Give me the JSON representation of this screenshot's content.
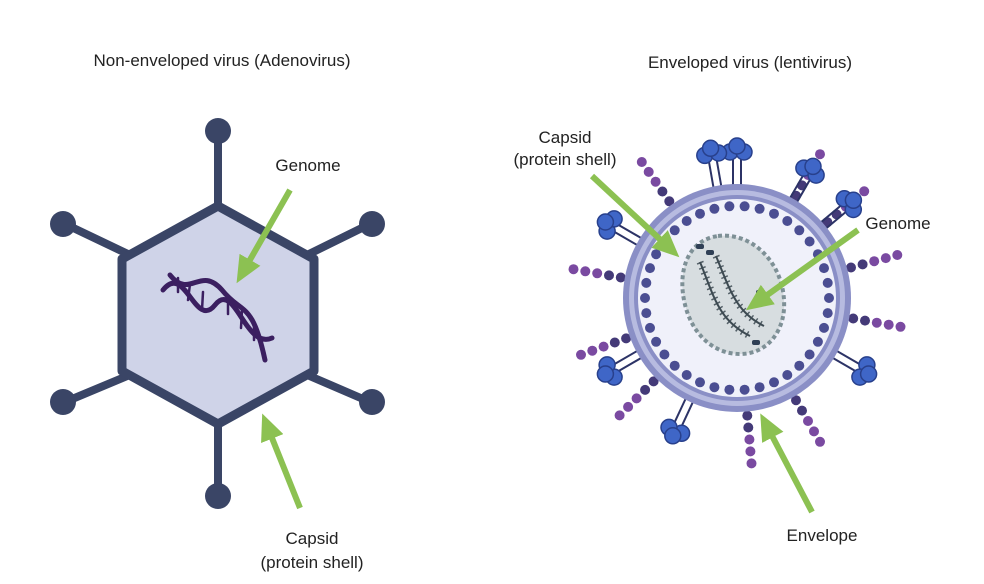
{
  "left_panel": {
    "title": "Non-enveloped virus (Adenovirus)",
    "genome_label": "Genome",
    "capsid_label_line1": "Capsid",
    "capsid_label_line2": "(protein shell)"
  },
  "right_panel": {
    "title": "Enveloped virus (lentivirus)",
    "capsid_label_line1": "Capsid",
    "capsid_label_line2": "(protein shell)",
    "genome_label": "Genome",
    "envelope_label": "Envelope"
  },
  "colors": {
    "capsid_dark": "#3a4566",
    "capsid_fill": "#cfd3e8",
    "arrow_green": "#8cc152",
    "dna_purple": "#3b1f60",
    "envelope_ring": "#8a8fc6",
    "envelope_band": "#b7bbe0",
    "capsid_beads": "#4b4e92",
    "interior": "#f0f1fa",
    "genome_region": "#d7dde0",
    "genome_border": "#7e9096",
    "glycoprotein_blue": "#3f66c7",
    "spike_purple": "#7a4aa1",
    "spike_dark": "#443a78"
  }
}
